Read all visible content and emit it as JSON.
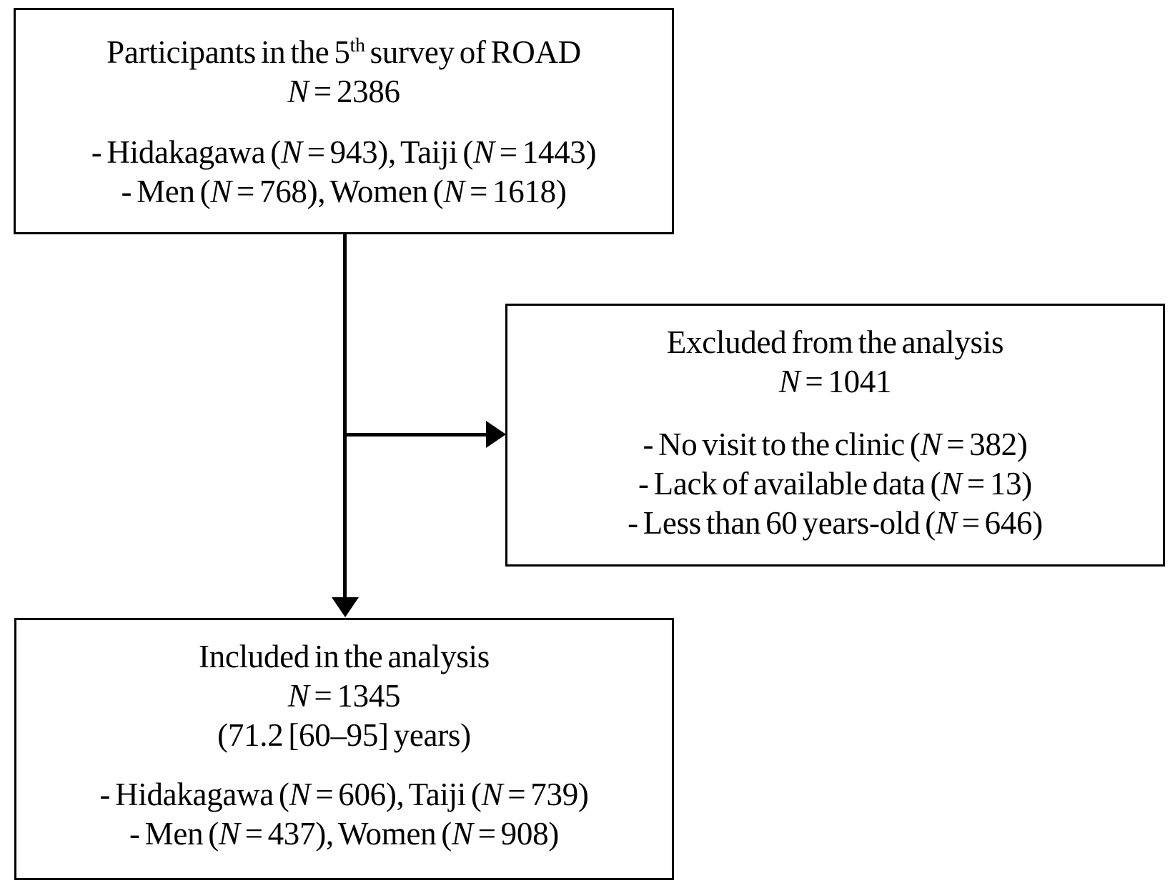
{
  "figure": {
    "type": "flow-diagram",
    "colors": {
      "background": "#ffffff",
      "border": "#000000",
      "text": "#000000",
      "connector": "#000000"
    },
    "boxes": {
      "participants": {
        "title": "Participants in the 5^{th} survey of ROAD",
        "n_line": "*N* = 2386",
        "bullets": [
          "- Hidakagawa (*N* = 943), Taiji (*N* = 1443)",
          "- Men (*N* = 768), Women (*N* = 1618)"
        ]
      },
      "excluded": {
        "title": "Excluded from the analysis",
        "n_line": "*N* = 1041",
        "bullets": [
          "- No visit to the clinic (*N* = 382)",
          "- Lack of available data (*N* = 13)",
          "- Less than 60 years-old (*N* = 646)"
        ]
      },
      "included": {
        "title": "Included in the analysis",
        "n_line": "*N* = 1345",
        "age_line": "(71.2 [60–95] years)",
        "bullets": [
          "- Hidakagawa (*N* = 606), Taiji (*N* = 739)",
          "- Men (*N* = 437), Women (*N* = 908)"
        ]
      }
    }
  }
}
